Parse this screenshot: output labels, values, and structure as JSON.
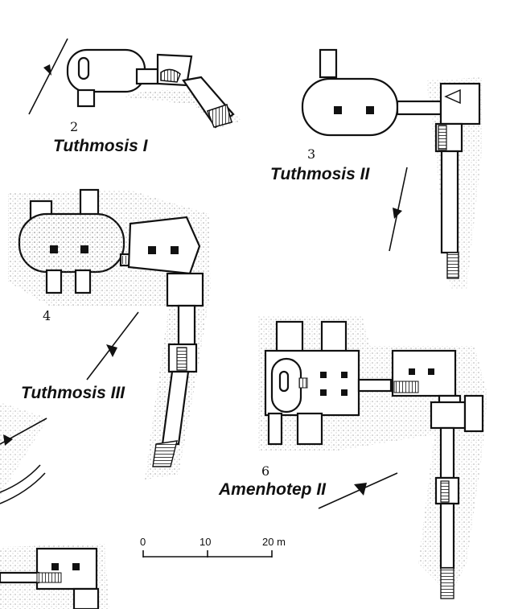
{
  "tombs": [
    {
      "number": "2",
      "name": "Tuthmosis I"
    },
    {
      "number": "3",
      "name": "Tuthmosis II"
    },
    {
      "number": "4",
      "name": "Tuthmosis III"
    },
    {
      "number": "6",
      "name": "Amenhotep II"
    }
  ],
  "scale_bar": {
    "ticks": [
      "0",
      "10",
      "20 m"
    ]
  },
  "colors": {
    "ink": "#111111",
    "paper": "#ffffff",
    "stipple": "#5a5a5a"
  },
  "icons": [
    "north-arrow-icon"
  ]
}
